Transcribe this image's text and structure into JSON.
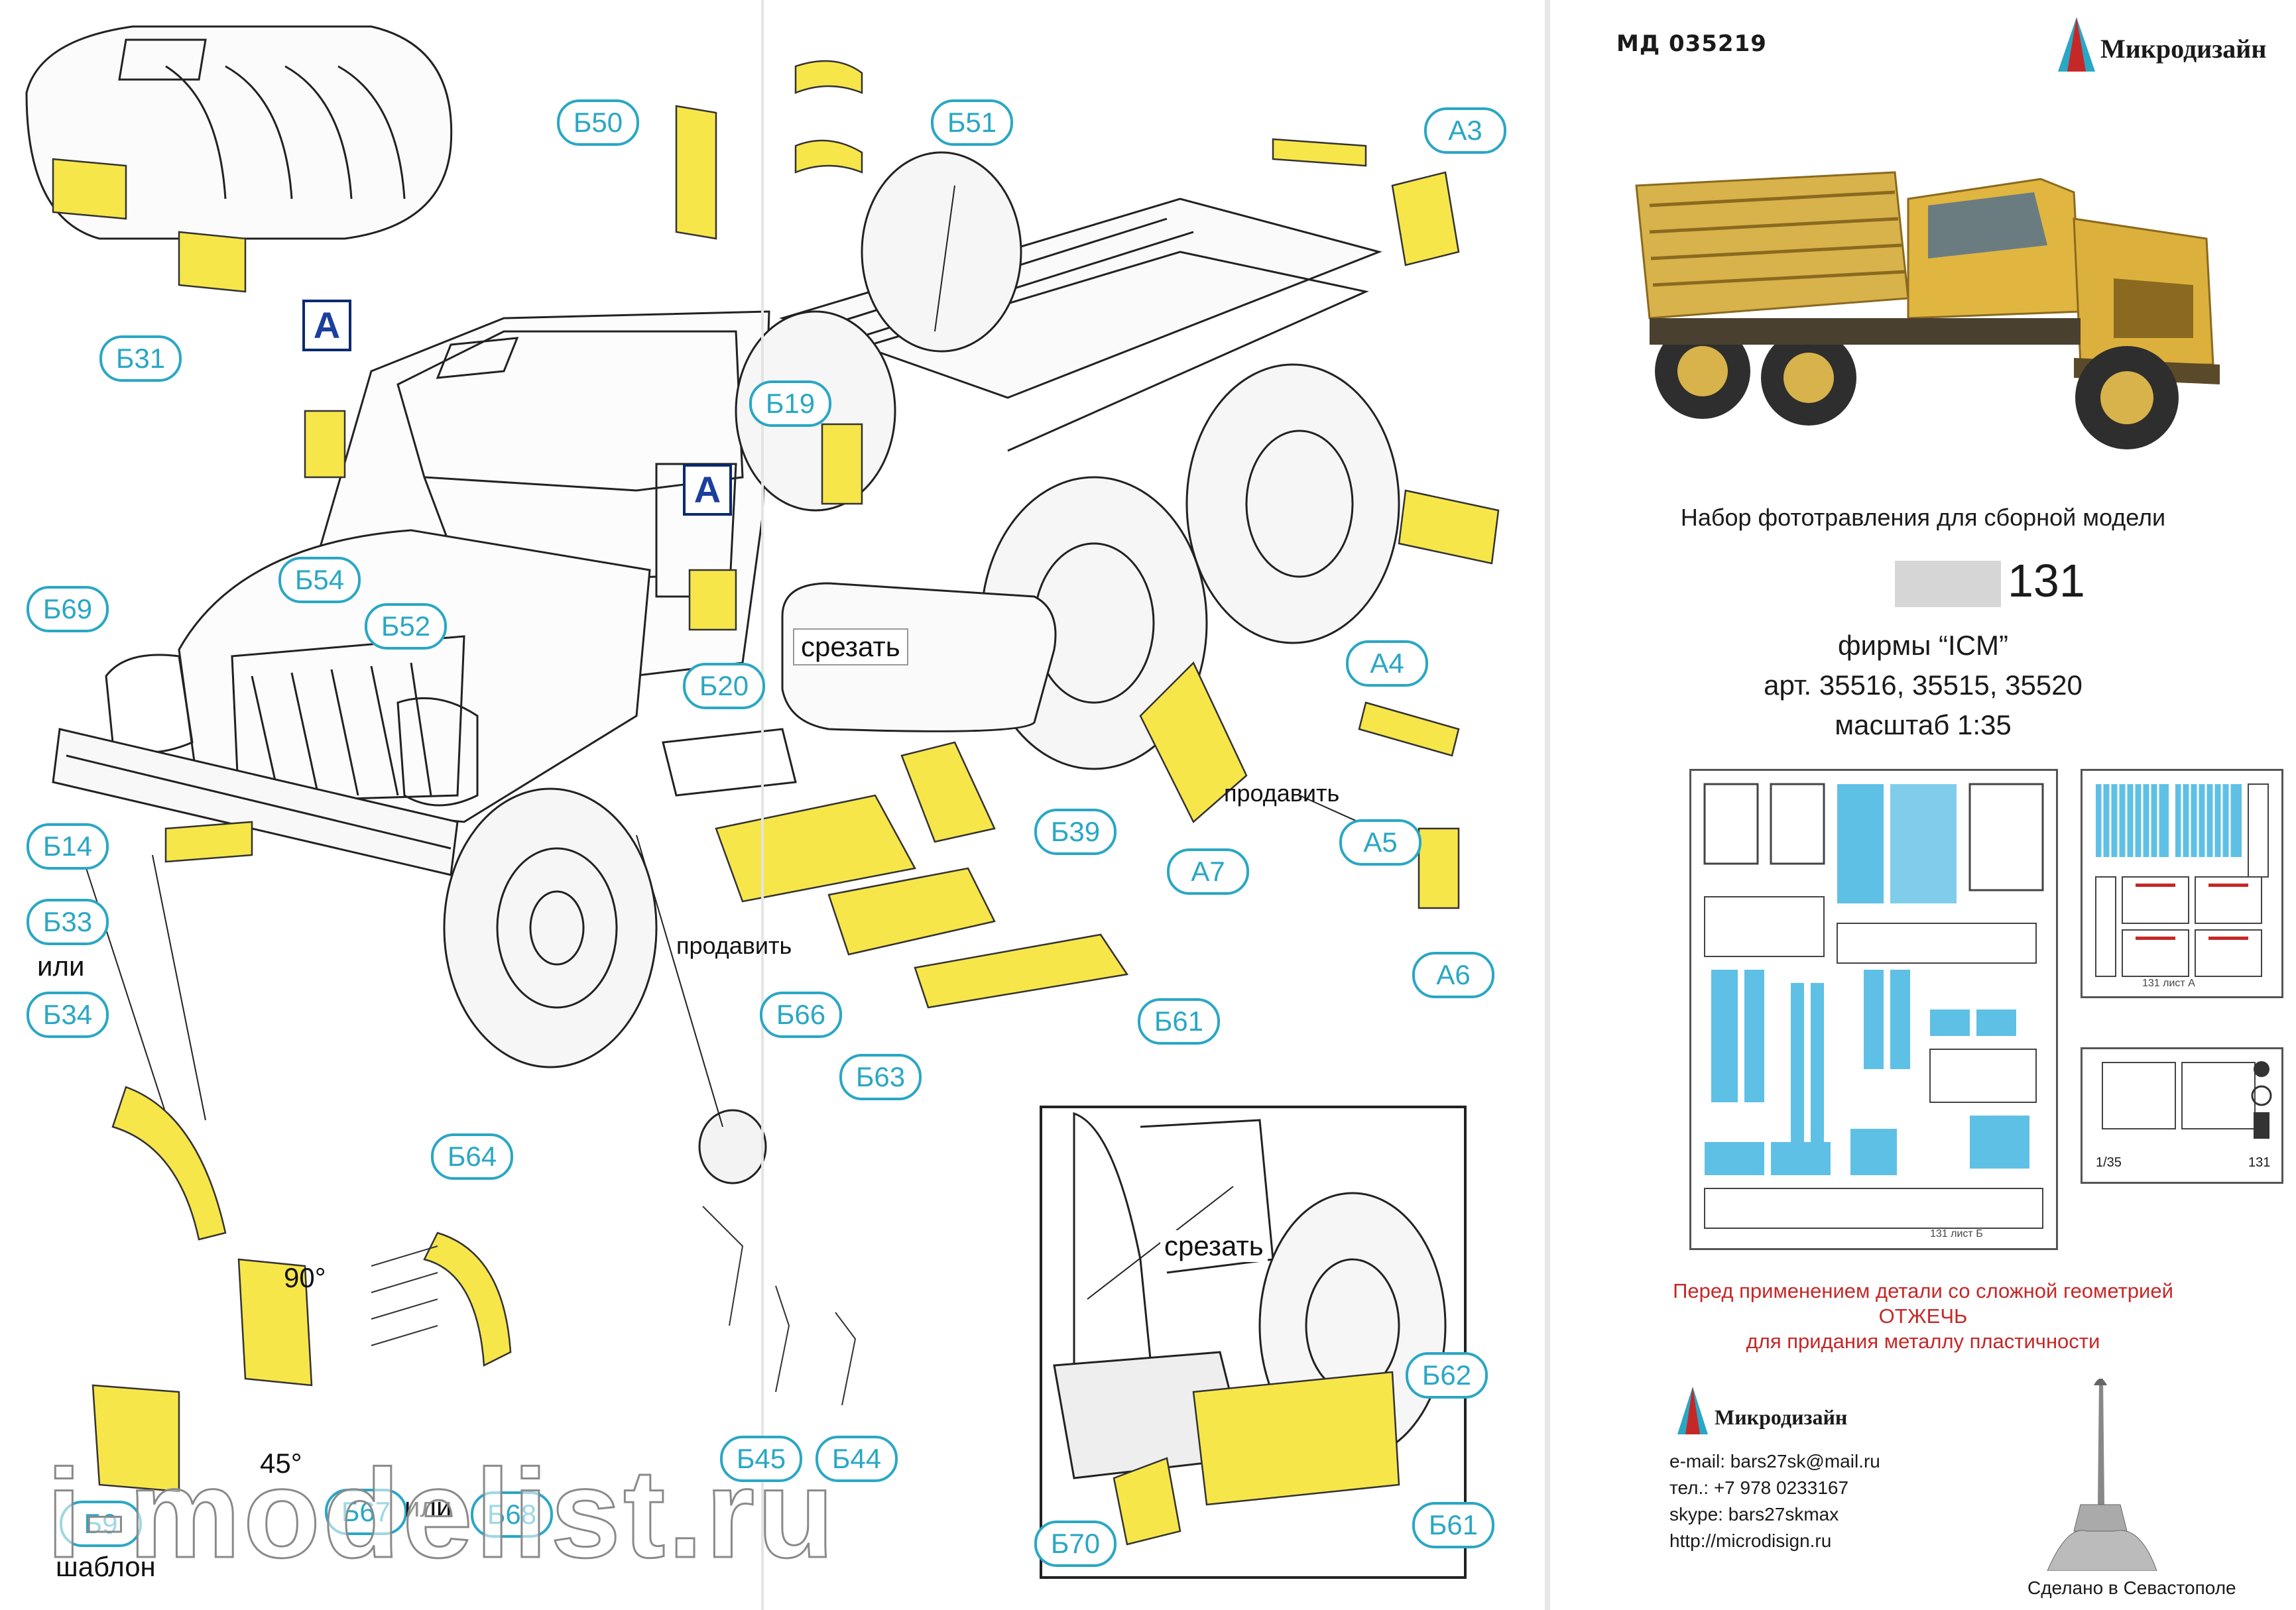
{
  "document": {
    "header_code": "МД 035219",
    "brand_name": "Микродизайн",
    "subtitle": "Набор фототравления для сборной модели",
    "model_number": "131",
    "manufacturer_line": "фирмы “ICM”",
    "articles_line": "арт. 35516, 35515, 35520",
    "scale_line": "масштаб 1:35",
    "warning_line1": "Перед применением детали со сложной геометрией",
    "warning_line2": "ОТЖЕЧЬ",
    "warning_line3": "для придания металлу пластичности",
    "contact": {
      "email": "e-mail: bars27sk@mail.ru",
      "phone": "тел.: +7 978 0233167",
      "skype": "skype: bars27skmax",
      "site": "http://microdisign.ru"
    },
    "made_in": "Сделано в Севастополе",
    "sheet_a_caption": "131  лист А",
    "sheet_b_caption": "131  лист Б",
    "small_sheet_scale": "1/35",
    "small_sheet_number": "131",
    "watermark": "i-modelist.ru"
  },
  "diagram": {
    "ref_a": "A",
    "callouts": [
      {
        "id": "b31",
        "text": "Б31"
      },
      {
        "id": "b50",
        "text": "Б50"
      },
      {
        "id": "b51",
        "text": "Б51"
      },
      {
        "id": "a3",
        "text": "А3"
      },
      {
        "id": "b19",
        "text": "Б19"
      },
      {
        "id": "b54",
        "text": "Б54"
      },
      {
        "id": "b52",
        "text": "Б52"
      },
      {
        "id": "b69",
        "text": "Б69"
      },
      {
        "id": "b20",
        "text": "Б20"
      },
      {
        "id": "a4",
        "text": "А4"
      },
      {
        "id": "b39",
        "text": "Б39"
      },
      {
        "id": "a7",
        "text": "А7"
      },
      {
        "id": "a5",
        "text": "А5"
      },
      {
        "id": "b14",
        "text": "Б14"
      },
      {
        "id": "b33",
        "text": "Б33"
      },
      {
        "id": "b34",
        "text": "Б34"
      },
      {
        "id": "a6",
        "text": "А6"
      },
      {
        "id": "b66",
        "text": "Б66"
      },
      {
        "id": "b61a",
        "text": "Б61"
      },
      {
        "id": "b63",
        "text": "Б63"
      },
      {
        "id": "b64",
        "text": "Б64"
      },
      {
        "id": "b62",
        "text": "Б62"
      },
      {
        "id": "b45",
        "text": "Б45"
      },
      {
        "id": "b44",
        "text": "Б44"
      },
      {
        "id": "b70",
        "text": "Б70"
      },
      {
        "id": "b61b",
        "text": "Б61"
      },
      {
        "id": "b9",
        "text": "Б9"
      },
      {
        "id": "b67",
        "text": "Б67"
      },
      {
        "id": "b68",
        "text": "Б68"
      }
    ],
    "notes": {
      "cut1": "срезать",
      "cut2": "срезать",
      "press1": "продавить",
      "press2": "продавить",
      "or1": "или",
      "or2": "или",
      "angle90": "90°",
      "angle45": "45°",
      "template": "шаблон"
    }
  },
  "colors": {
    "part_yellow": "#f7e64a",
    "callout_cyan": "#2aa7c4",
    "fret_blue": "#5fc0e6",
    "warning_red": "#c62828",
    "ref_navy": "#0a2a6e"
  }
}
